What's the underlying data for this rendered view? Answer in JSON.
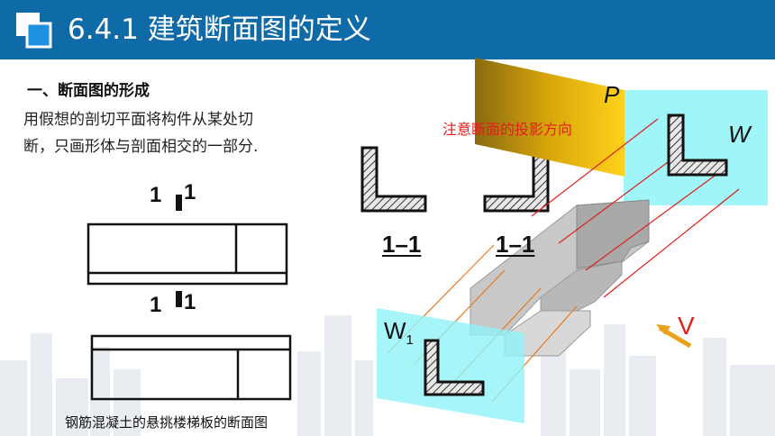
{
  "header": {
    "title": "6.4.1  建筑断面图的定义"
  },
  "section": {
    "heading": "一、断面图的形成",
    "para_line1": "用假想的剖切平面将构件从某处切",
    "para_line2": "断，只画形体与剖面相交的一部分."
  },
  "left_figure": {
    "cut_top_left": "1",
    "cut_top_right": "1",
    "cut_mid_left": "1",
    "cut_mid_right": "1",
    "caption": "钢筋混凝土的悬挑楼梯板的断面图"
  },
  "sections": {
    "label_left": "1–1",
    "label_right": "1–1"
  },
  "projection": {
    "note": "注意断面的投影方向",
    "plane_p": "P",
    "plane_w": "W",
    "plane_w1": "W",
    "plane_w1_sub": "1",
    "view_label": "V"
  },
  "colors": {
    "header": "#0f6aa8",
    "note_red": "#e0201c",
    "plane_cyan": "#8ef3f7",
    "plane_gold": "#d9a60a"
  }
}
